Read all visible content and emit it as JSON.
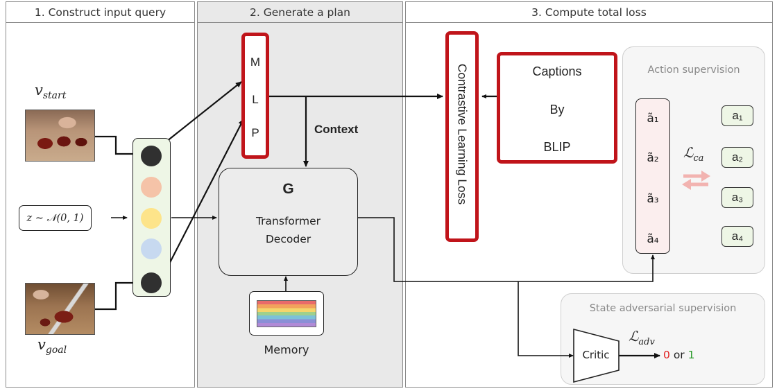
{
  "panels": [
    {
      "title": "1. Construct input query"
    },
    {
      "title": "2. Generate a plan"
    },
    {
      "title": "3. Compute total loss"
    }
  ],
  "inputs": {
    "start_label": "v",
    "start_sub": "start",
    "goal_label": "v",
    "goal_sub": "goal",
    "noise_label": "z ∼ 𝒩(0, 1)"
  },
  "mlp": {
    "letters": [
      "M",
      "L",
      "P"
    ]
  },
  "context_label": "Context",
  "generator": {
    "title": "G",
    "line1": "Transformer",
    "line2": "Decoder"
  },
  "memory_label": "Memory",
  "contrastive_label": "Contrastive Learning Loss",
  "captions": {
    "line1": "Captions",
    "line2": "By",
    "line3": "BLIP"
  },
  "action_supervision": {
    "title": "Action supervision",
    "predicted": [
      "ã₁",
      "ã₂",
      "ã₃",
      "ã₄"
    ],
    "targets": [
      "a₁",
      "a₂",
      "a₃",
      "a₄"
    ],
    "loss_label": "ℒ",
    "loss_sub": "ca"
  },
  "state_supervision": {
    "title": "State adversarial supervision",
    "critic_label": "Critic",
    "loss_label": "ℒ",
    "loss_sub": "adv",
    "out_zero": "0",
    "out_or": "or",
    "out_one": "1"
  },
  "colors": {
    "red_border": "#c0141a",
    "query_dots": [
      "#303030",
      "#f5c3a8",
      "#fde48a",
      "#c7d9f0",
      "#303030"
    ],
    "memory_stripes": [
      "#e96a6a",
      "#f2a25c",
      "#f4d56b",
      "#9fd08c",
      "#7cc1d8",
      "#8a8fd6",
      "#b08ad6"
    ],
    "zero_color": "#e02020",
    "one_color": "#2a9a2a"
  }
}
